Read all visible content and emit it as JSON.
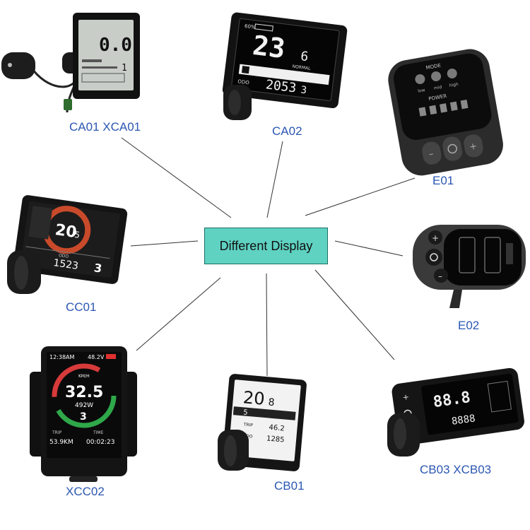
{
  "center": {
    "label": "Different Display",
    "fill": "#5fd2c2",
    "border": "#1d6f66"
  },
  "label_color": "#2b57b2",
  "line_color": "#333333",
  "devices": [
    {
      "id": "ca01",
      "label": "CA01 XCA01",
      "screen": {
        "speed": "0.0"
      }
    },
    {
      "id": "ca02",
      "label": "CA02",
      "screen": {
        "speed": "23",
        "decimal": "6",
        "mode": "NORMAL",
        "odo": "2053",
        "odo_dec": "3",
        "odo_label": "ODO",
        "battery": "60%"
      }
    },
    {
      "id": "e01",
      "label": "E01",
      "screen": {
        "mode_title": "MODE",
        "modes": [
          "low",
          "mid",
          "high"
        ],
        "power_title": "POWER"
      }
    },
    {
      "id": "cc01",
      "label": "CC01",
      "screen": {
        "speed": "20",
        "decimal": "5",
        "odo": "1523",
        "level": "3",
        "odo_label": "ODO"
      }
    },
    {
      "id": "e02",
      "label": "E02",
      "screen": {}
    },
    {
      "id": "xcc02",
      "label": "XCC02",
      "screen": {
        "time": "12:38AM",
        "voltage": "48.2V",
        "speed": "32.5",
        "unit": "KM/H",
        "watt": "492W",
        "level": "3",
        "trip_label": "TRIP",
        "trip": "53.9KM",
        "time_label": "TIME",
        "ride_time": "00:02:23"
      }
    },
    {
      "id": "cb01",
      "label": "CB01",
      "screen": {
        "speed": "20",
        "decimal": "8",
        "pas": "5",
        "trip_label": "TRIP",
        "trip": "46.2",
        "odo_label": "ODO",
        "odo": "1285"
      }
    },
    {
      "id": "cb03",
      "label": "CB03 XCB03",
      "screen": {
        "speed": "88.8",
        "odo": "8888"
      }
    }
  ]
}
